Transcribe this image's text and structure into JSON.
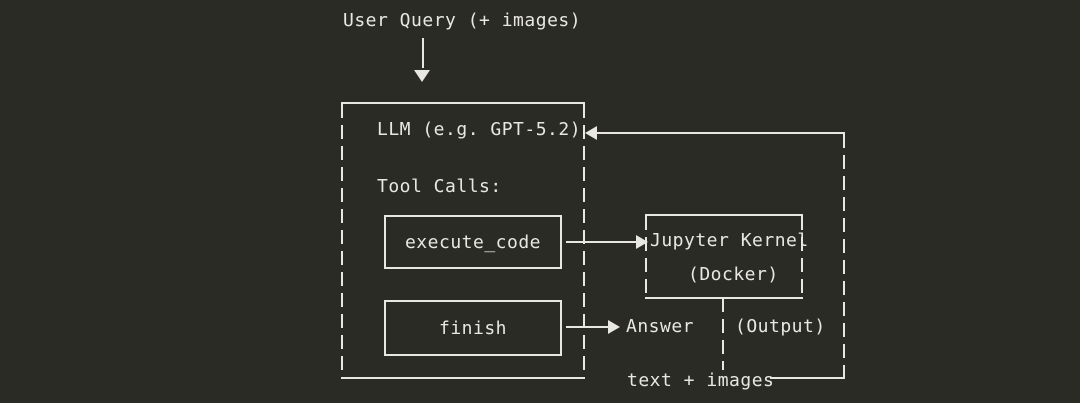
{
  "diagram": {
    "title": "Agent loop: LLM with code-execution and finish tools",
    "background_color": "#2b2b26",
    "foreground_color": "#e8e8e0",
    "user_query": "User Query (+ images)",
    "llm_box": {
      "label": "LLM (e.g. GPT-5.2)",
      "section_label": "Tool Calls:",
      "tools": [
        {
          "name": "execute_code"
        },
        {
          "name": "finish"
        }
      ]
    },
    "kernel_box": {
      "line1": "Jupyter Kernel",
      "line2": "(Docker)"
    },
    "answer_label": "Answer",
    "output_label": "(Output)",
    "feedback_label": "text + images",
    "edges": [
      {
        "from": "user-query",
        "to": "llm-box",
        "kind": "arrow-down"
      },
      {
        "from": "execute-code",
        "to": "kernel-box",
        "kind": "arrow-right"
      },
      {
        "from": "finish",
        "to": "answer",
        "kind": "arrow-right"
      },
      {
        "from": "kernel-box",
        "to": "feedback-line",
        "kind": "line-down"
      },
      {
        "from": "feedback-line",
        "to": "llm-box",
        "kind": "arrow-left"
      }
    ]
  }
}
